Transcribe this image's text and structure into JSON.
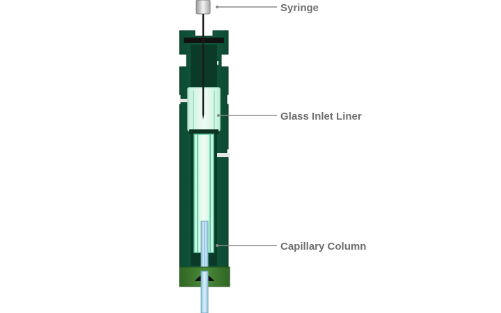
{
  "labels": {
    "syringe": "Syringe",
    "liner": "Glass Inlet Liner",
    "column": "Capillary Column"
  },
  "colors": {
    "body": "#0f5138",
    "body_edge": "#0a3d29",
    "septum_nut": "#3d7a2e",
    "liner_glass": "#d9f5e6",
    "liner_green": "#5fd2a8",
    "column": "#a8d4ea",
    "column_edge": "#6fa9c8",
    "needle": "#1c1c1c",
    "leader_line": "#8a8a8a",
    "label_text": "#6e6e6e"
  }
}
